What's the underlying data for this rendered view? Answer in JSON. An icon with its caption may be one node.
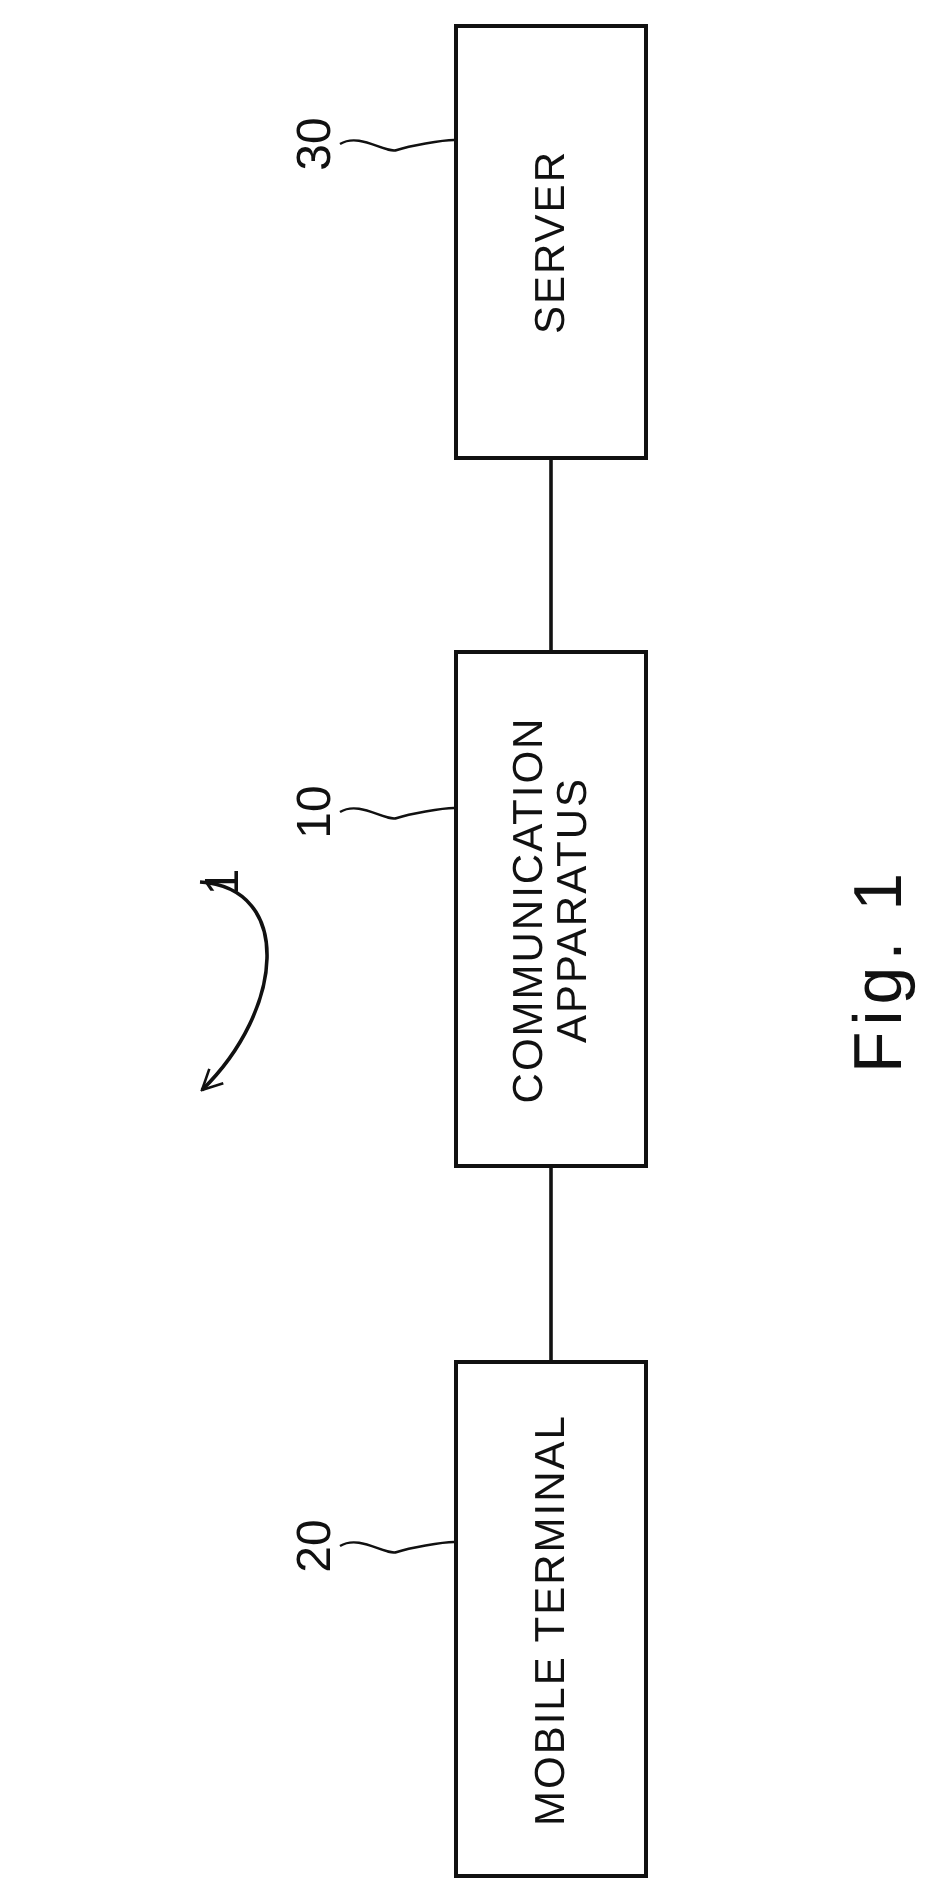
{
  "diagram": {
    "caption": "Fig. 1",
    "nodes": [
      {
        "text": [
          "SERVER"
        ]
      },
      {
        "text": [
          "COMMUNICATION APPARATUS"
        ]
      },
      {
        "text": [
          "MOBILE TERMINAL"
        ]
      },
      {
        "text": [
          "30"
        ]
      },
      {
        "text": [
          "10"
        ]
      },
      {
        "text": [
          "20"
        ]
      },
      {
        "text": [
          "1"
        ]
      }
    ],
    "edges": [
      {
        "from": 1,
        "to": 0,
        "arrow": "none"
      },
      {
        "from": 2,
        "to": 1,
        "arrow": "none"
      },
      {
        "from": 3,
        "to": 0,
        "arrow": "none"
      },
      {
        "from": 4,
        "to": 1,
        "arrow": "none"
      },
      {
        "from": 5,
        "to": 2,
        "arrow": "none"
      },
      {
        "from": 6,
        "to": null,
        "arrow": "to"
      }
    ]
  }
}
